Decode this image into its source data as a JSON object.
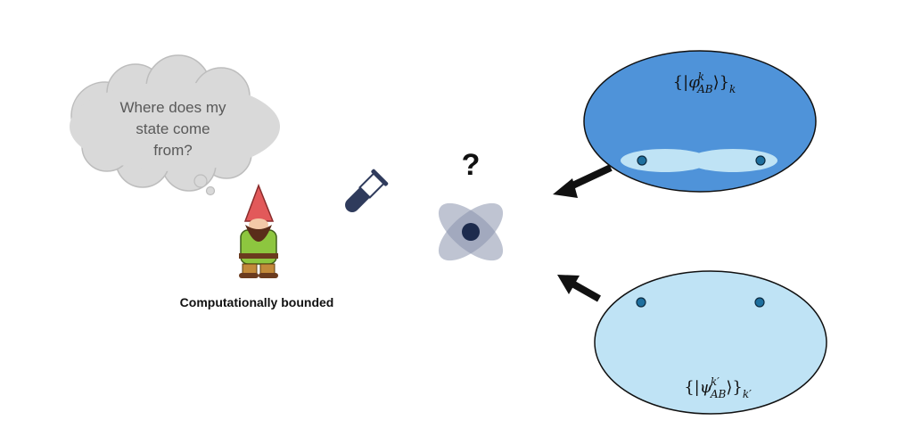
{
  "thought_bubble": {
    "line1": "Where does my",
    "line2": "state come",
    "line3": "from?"
  },
  "question_mark": "?",
  "gnome_caption": "Computationally bounded",
  "top_ensemble": {
    "phi": "φ",
    "sup": "k",
    "sub": "AB",
    "outer_sub": "k"
  },
  "bottom_ensemble": {
    "psi": "ψ",
    "sup": "k′",
    "sub": "AB",
    "outer_sub": "k′"
  },
  "colors": {
    "top_ellipse": "#4f93d9",
    "bottom_ellipse": "#bfe3f5",
    "bubble": "#d9d9d9",
    "atom": "#8a93ad",
    "arrow": "#111111"
  }
}
